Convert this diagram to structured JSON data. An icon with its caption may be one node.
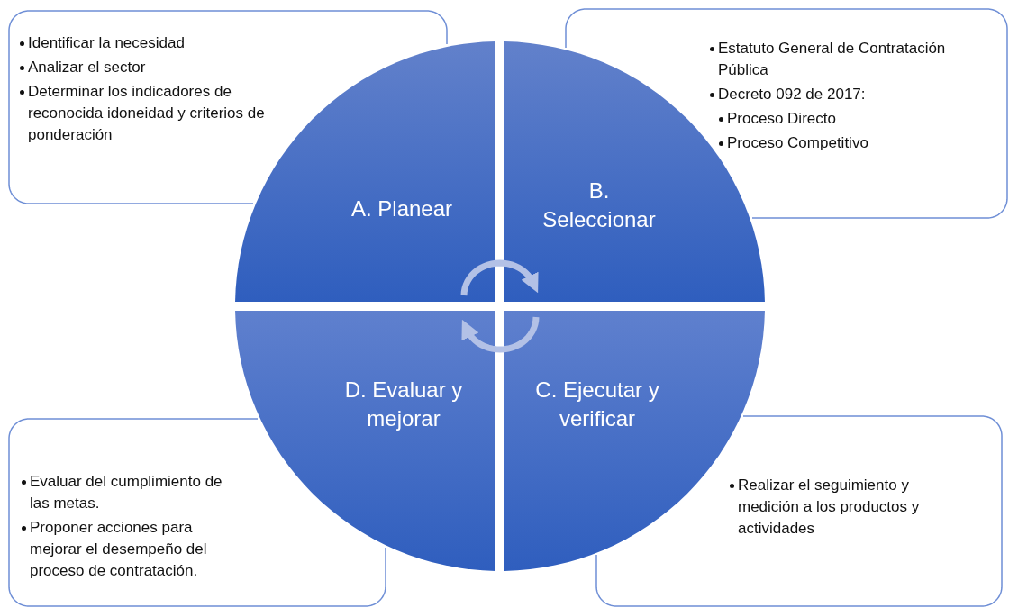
{
  "diagram": {
    "nodes": [
      {
        "text": [
          "Identificar la necesidad",
          "Analizar el sector",
          "Determinar los indicadores de reconocida idoneidad y criterios de ponderación"
        ]
      },
      {
        "text": [
          "Estatuto General de Contratación Pública",
          "Decreto 092 de 2017:",
          "Proceso Directo",
          "Proceso Competitivo"
        ]
      },
      {
        "text": [
          "Evaluar del cumplimiento de las metas.",
          "Proponer acciones para mejorar el desempeño del proceso de contratación."
        ]
      },
      {
        "text": [
          "Realizar el seguimiento y medición a los productos y actividades"
        ]
      },
      {
        "text": [
          "A. Planear"
        ]
      },
      {
        "text": [
          "B. Seleccionar"
        ]
      },
      {
        "text": [
          "D. Evaluar y mejorar"
        ]
      },
      {
        "text": [
          "C. Ejecutar y verificar"
        ]
      }
    ],
    "edges": [
      {
        "from": 4,
        "to": 5,
        "arrow": "to"
      },
      {
        "from": 7,
        "to": 6,
        "arrow": "to"
      }
    ]
  }
}
